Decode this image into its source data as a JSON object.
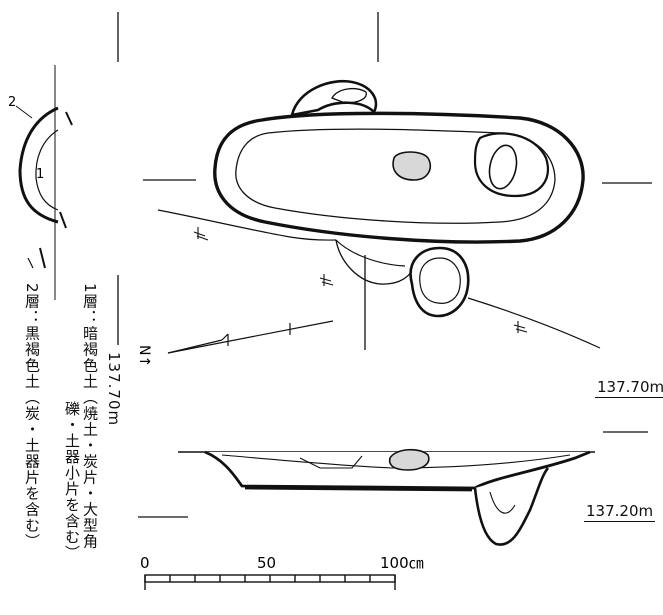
{
  "legend": {
    "layer1_line1": "1層：暗褐色土（焼土・炭片・大型角",
    "layer1_line2": "礫・土器小片を含む）",
    "layer2": "2層：黒褐色土（炭・土器片を含む）"
  },
  "section_labels": {
    "layer1_num": "1",
    "layer2_num": "2"
  },
  "elevations": {
    "plan_side": "137.70m",
    "plan_right": "137.70m",
    "section_right": "137.20m"
  },
  "north_label": "N↑",
  "scale": {
    "tick_0": "0",
    "tick_50": "50",
    "tick_100": "100㎝"
  }
}
